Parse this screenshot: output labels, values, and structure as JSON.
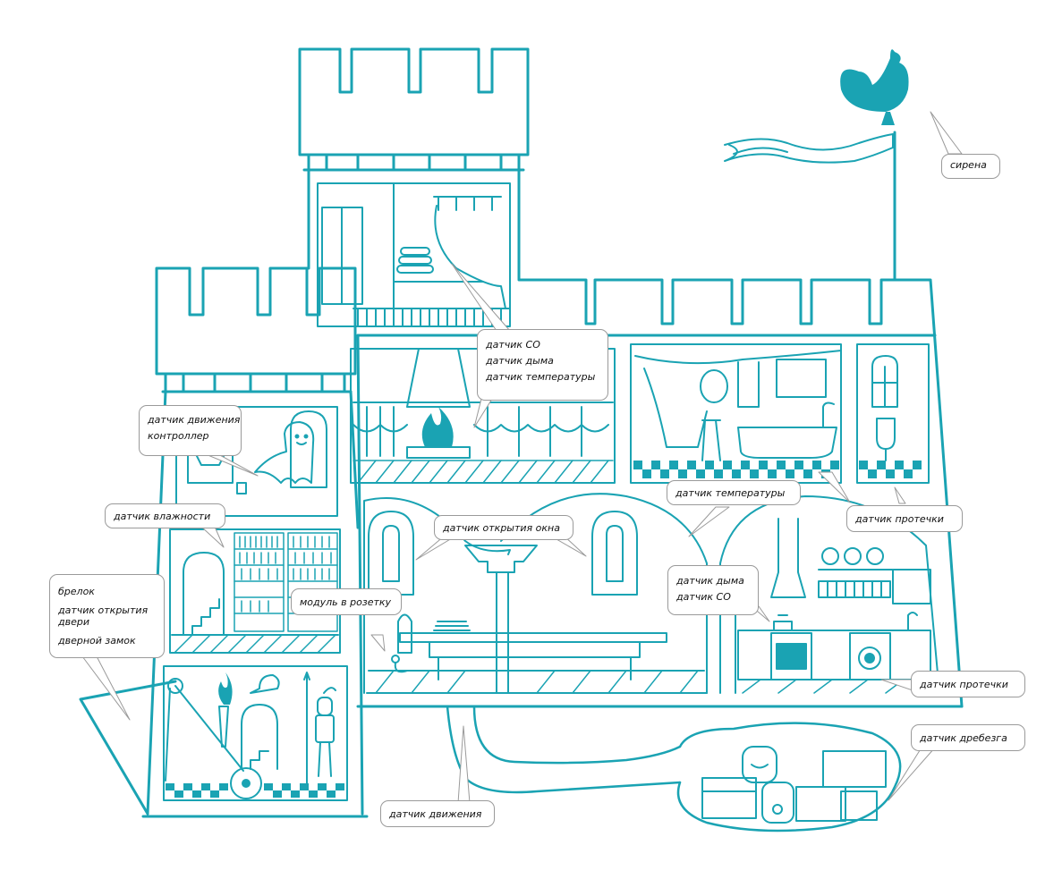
{
  "colors": {
    "accent": "#1aa3b3",
    "line": "#1aa3b3",
    "callout_border": "#9a9a9a",
    "text": "#111111"
  },
  "labels": {
    "siren": "сирена",
    "co_smoke_temp": [
      "датчик CO",
      "датчик дыма",
      "датчик температуры"
    ],
    "motion_controller": [
      "датчик движения",
      "контроллер"
    ],
    "humidity": "датчик влажности",
    "window_open": "датчик открытия окна",
    "temperature": "датчик температуры",
    "leak_top": "датчик протечки",
    "smoke_co": [
      "датчик дыма",
      "датчик CO"
    ],
    "plug_module": "модуль в розетку",
    "keyfob_door": [
      "брелок",
      "датчик открытия",
      "двери",
      "дверной замок"
    ],
    "leak_kitchen": "датчик протечки",
    "rattle": "датчик дребезга",
    "motion_bottom": "датчик движения"
  },
  "icons": [
    "rooster-weathervane-icon",
    "flag-icon",
    "bed-icon",
    "fireplace-icon",
    "ghost-icon",
    "bookshelf-icon",
    "torch-icon",
    "horn-icon",
    "knight-icon",
    "bathtub-icon",
    "toilet-icon",
    "stove-icon",
    "washing-machine-icon",
    "treasure-chest-icon",
    "power-outlet-icon"
  ]
}
